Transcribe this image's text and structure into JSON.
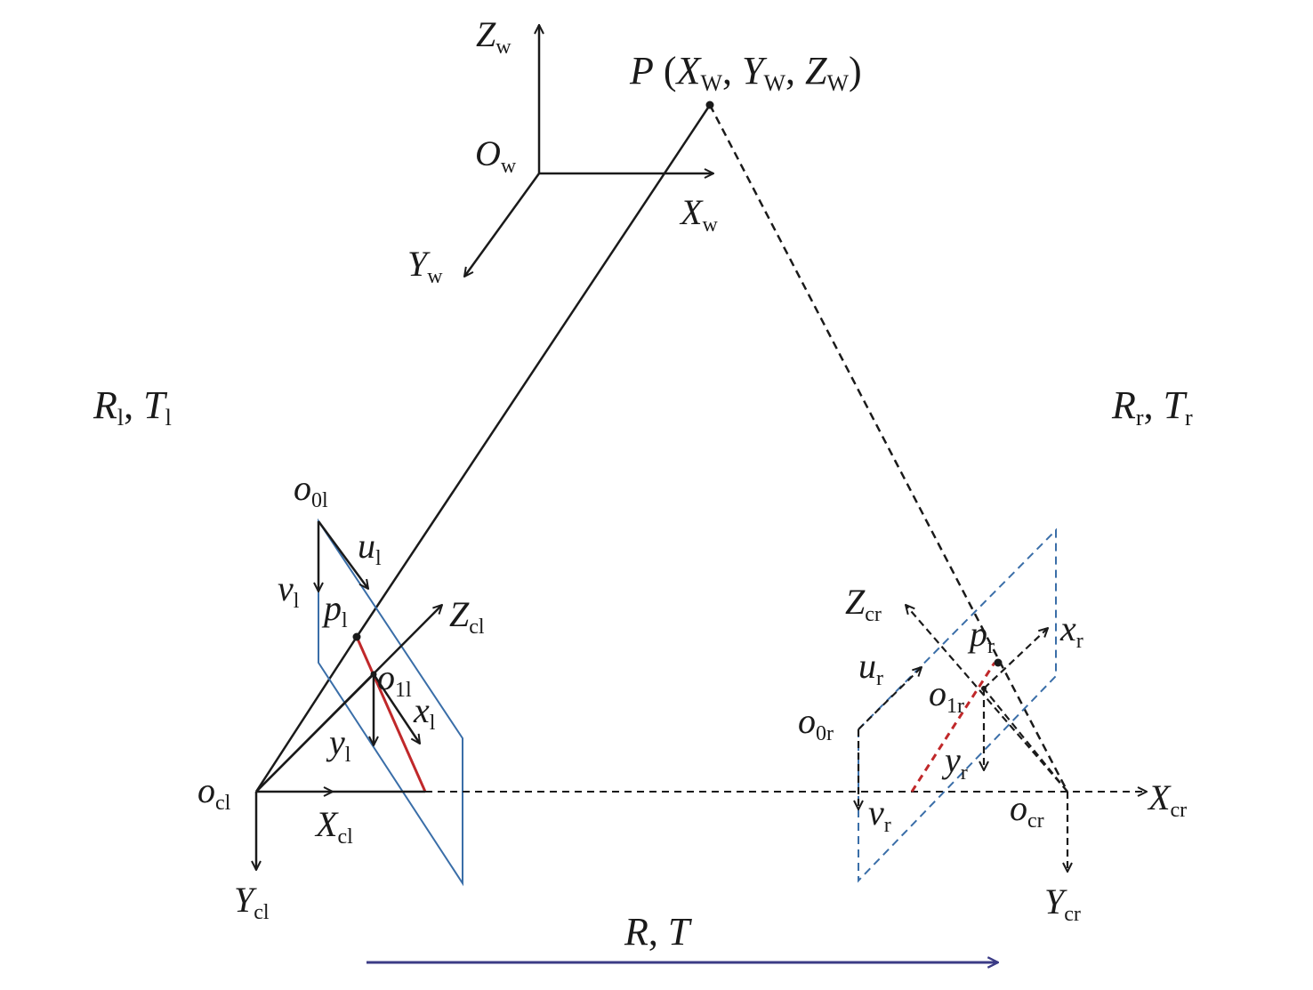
{
  "world": {
    "point": {
      "sym": "P",
      "open": " (",
      "x": "X",
      "xs": "W",
      "sep1": ", ",
      "y": "Y",
      "ys": "W",
      "sep2": ", ",
      "z": "Z",
      "zs": "W",
      "close": ")"
    },
    "origin": {
      "sym": "O",
      "sub": "w"
    },
    "x_axis": {
      "sym": "X",
      "sub": "w"
    },
    "y_axis": {
      "sym": "Y",
      "sub": "w"
    },
    "z_axis": {
      "sym": "Z",
      "sub": "w"
    }
  },
  "left_camera": {
    "extrinsics": {
      "r": "R",
      "rs": "l",
      "sep": ", ",
      "t": "T",
      "ts": "l"
    },
    "pixel_origin": {
      "sym": "o",
      "sub": "0l"
    },
    "u_axis": {
      "sym": "u",
      "sub": "l"
    },
    "v_axis": {
      "sym": "v",
      "sub": "l"
    },
    "image_point": {
      "sym": "p",
      "sub": "l"
    },
    "principal_point": {
      "sym": "o",
      "sub": "1l"
    },
    "x_img": {
      "sym": "x",
      "sub": "l"
    },
    "y_img": {
      "sym": "y",
      "sub": "l"
    },
    "center": {
      "sym": "o",
      "sub": "cl"
    },
    "X_cam": {
      "sym": "X",
      "sub": "cl"
    },
    "Y_cam": {
      "sym": "Y",
      "sub": "cl"
    },
    "Z_cam": {
      "sym": "Z",
      "sub": "cl"
    }
  },
  "right_camera": {
    "extrinsics": {
      "r": "R",
      "rs": "r",
      "sep": ", ",
      "t": "T",
      "ts": "r"
    },
    "pixel_origin": {
      "sym": "o",
      "sub": "0r"
    },
    "u_axis": {
      "sym": "u",
      "sub": "r"
    },
    "v_axis": {
      "sym": "v",
      "sub": "r"
    },
    "image_point": {
      "sym": "p",
      "sub": "r"
    },
    "principal_point": {
      "sym": "o",
      "sub": "1r"
    },
    "x_img": {
      "sym": "x",
      "sub": "r"
    },
    "y_img": {
      "sym": "y",
      "sub": "r"
    },
    "center": {
      "sym": "o",
      "sub": "cr"
    },
    "X_cam": {
      "sym": "X",
      "sub": "cr"
    },
    "Y_cam": {
      "sym": "Y",
      "sub": "cr"
    },
    "Z_cam": {
      "sym": "Z",
      "sub": "cr"
    }
  },
  "stereo": {
    "r": "R",
    "sep": ", ",
    "t": "T"
  },
  "colors": {
    "ink": "#1a1a1a",
    "image_plane": "#3a6ea8",
    "epipolar_line": "#c0282a",
    "baseline_arrow": "#3b3b86"
  }
}
